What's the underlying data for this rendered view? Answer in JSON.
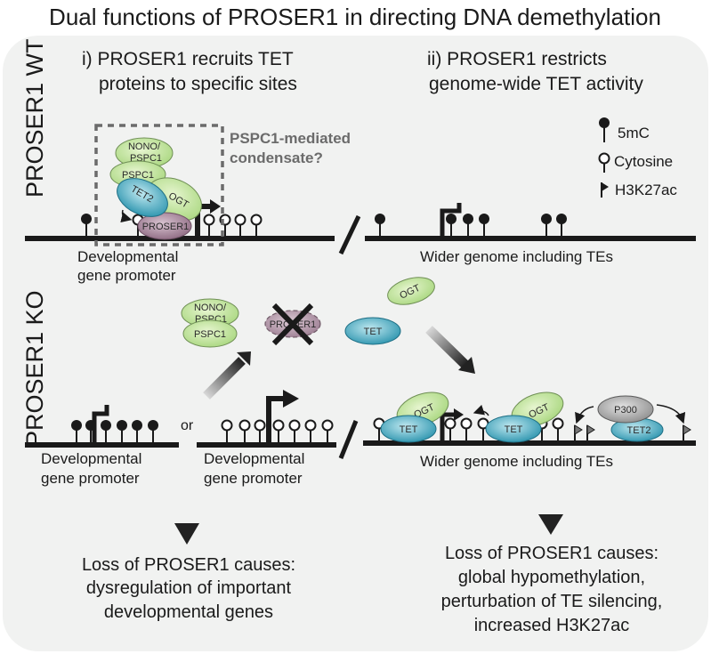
{
  "title": "Dual functions of PROSER1 in directing DNA demethylation",
  "rows": {
    "wt": "PROSER1 WT",
    "ko": "PROSER1 KO"
  },
  "sections": {
    "i": {
      "line1": "i) PROSER1 recruits TET",
      "line2": "proteins to specific sites"
    },
    "ii": {
      "line1": "ii) PROSER1 restricts",
      "line2": "genome-wide TET activity"
    }
  },
  "condensate": {
    "line1": "PSPC1-mediated",
    "line2": "condensate?"
  },
  "legend": [
    {
      "icon": "filled-lollipop",
      "label": "5mC"
    },
    {
      "icon": "open-lollipop",
      "label": "Cytosine"
    },
    {
      "icon": "flag",
      "label": "H3K27ac"
    }
  ],
  "labels": {
    "dev_promoter_line1": "Developmental",
    "dev_promoter_line2": "gene promoter",
    "wider_genome": "Wider genome including TEs",
    "or": "or"
  },
  "proteins": {
    "nono_pspc1_line1": "NONO/",
    "nono_pspc1_line2": "PSPC1",
    "pspc1": "PSPC1",
    "tet2": "TET2",
    "ogt": "OGT",
    "proser1": "PROSER1",
    "tet": "TET",
    "p300": "P300"
  },
  "outcomes": {
    "left": [
      "Loss of PROSER1 causes:",
      "dysregulation of important",
      "developmental genes"
    ],
    "right": [
      "Loss of PROSER1 causes:",
      "global hypomethylation,",
      "perturbation of TE silencing,",
      "increased H3K27ac"
    ]
  },
  "colors": {
    "panel_bg": "#f1f2f1",
    "dna": "#1a1a1a",
    "green_protein": "#c9e6a4",
    "blue_protein": "#4fb3c8",
    "purple_protein": "#a9879d",
    "grey_protein": "#a6a6a6",
    "condensate_text": "#6b6b6b"
  }
}
